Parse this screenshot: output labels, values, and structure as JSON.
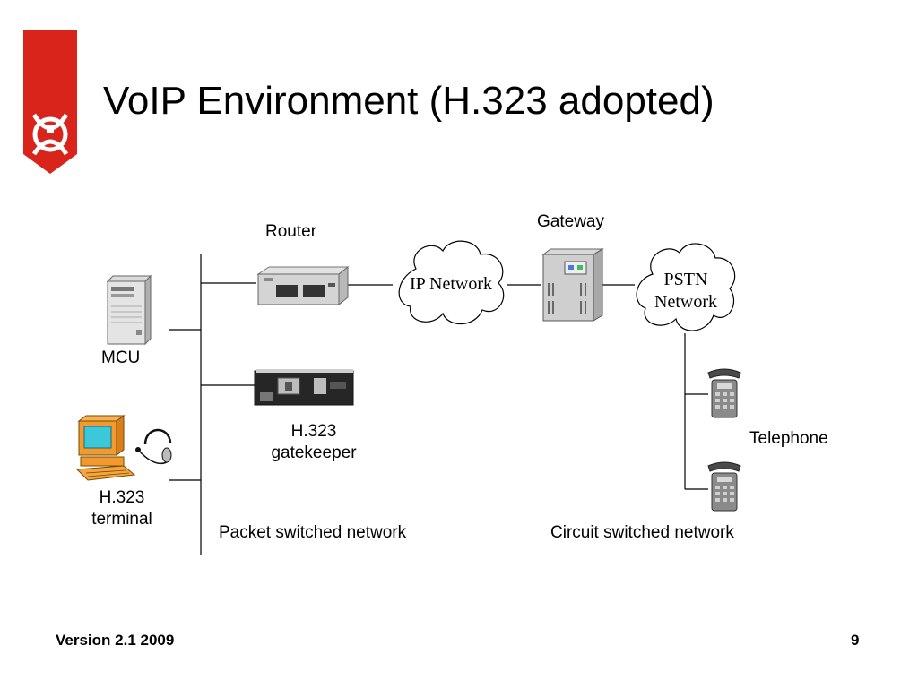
{
  "slide": {
    "title": "VoIP Environment (H.323 adopted)",
    "logo_icon": "university-logo-icon"
  },
  "diagram": {
    "router": "Router",
    "gateway": "Gateway",
    "ip_network": "IP Network",
    "pstn_line1": "PSTN",
    "pstn_line2": "Network",
    "mcu": "MCU",
    "gatekeeper_line1": "H.323",
    "gatekeeper_line2": "gatekeeper",
    "terminal_line1": "H.323",
    "terminal_line2": "terminal",
    "telephone": "Telephone",
    "packet_switched": "Packet switched network",
    "circuit_switched": "Circuit switched network"
  },
  "footer": {
    "version": "Version 2.1 2009",
    "page_number": "9"
  },
  "colors": {
    "logo_red": "#d9241c",
    "terminal_orange": "#f29a2e",
    "screen_cyan": "#3cc8d8"
  }
}
